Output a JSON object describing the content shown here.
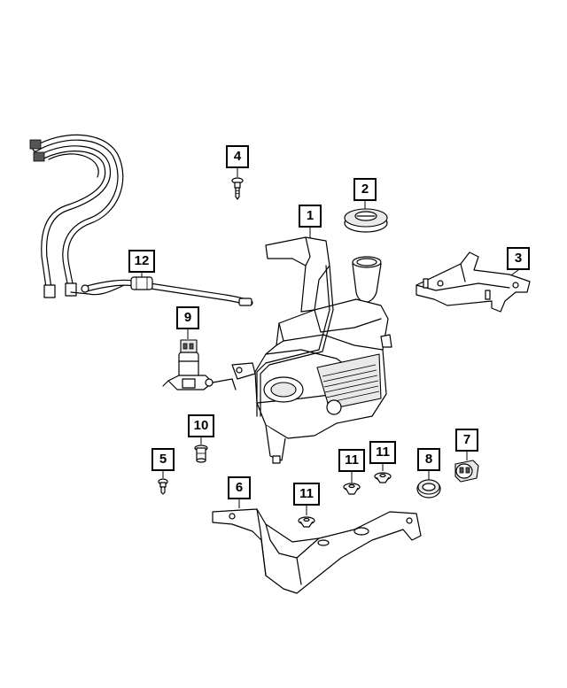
{
  "diagram": {
    "callouts": [
      {
        "id": "c1",
        "label": "1"
      },
      {
        "id": "c2",
        "label": "2"
      },
      {
        "id": "c3",
        "label": "3"
      },
      {
        "id": "c4",
        "label": "4"
      },
      {
        "id": "c5",
        "label": "5"
      },
      {
        "id": "c6",
        "label": "6"
      },
      {
        "id": "c7",
        "label": "7"
      },
      {
        "id": "c8",
        "label": "8"
      },
      {
        "id": "c9",
        "label": "9"
      },
      {
        "id": "c10",
        "label": "10"
      },
      {
        "id": "c11a",
        "label": "11"
      },
      {
        "id": "c11b",
        "label": "11"
      },
      {
        "id": "c11c",
        "label": "11"
      },
      {
        "id": "c12",
        "label": "12"
      }
    ]
  }
}
